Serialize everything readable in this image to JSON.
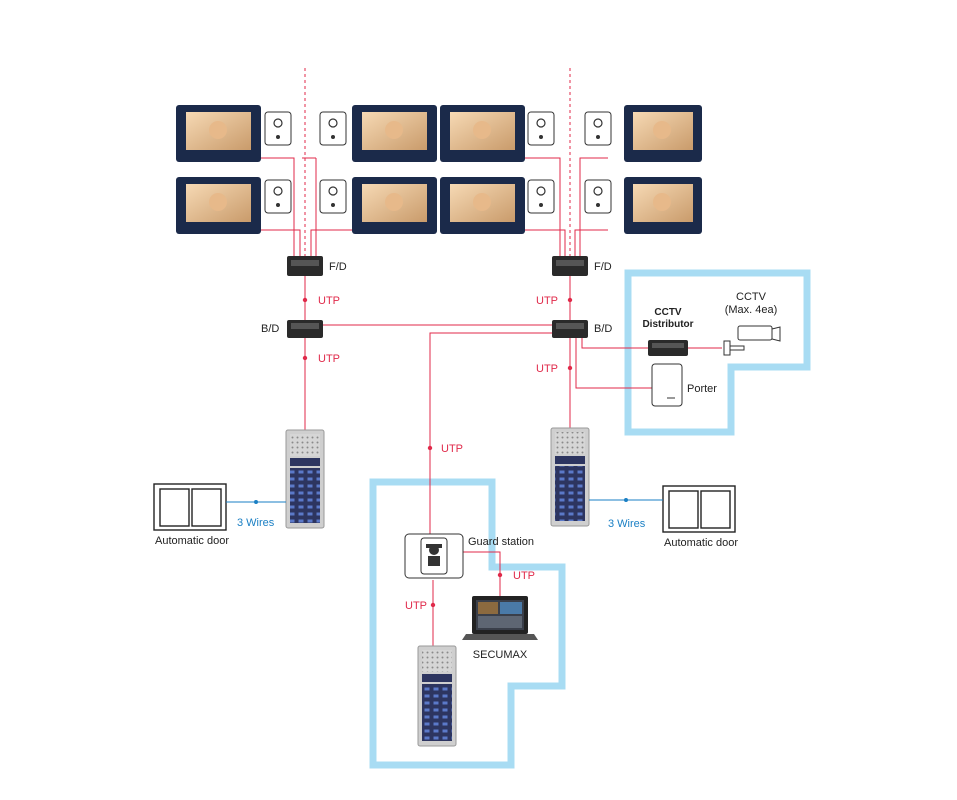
{
  "labels": {
    "fd_left": "F/D",
    "fd_right": "F/D",
    "bd_left": "B/D",
    "bd_right": "B/D",
    "utp_1": "UTP",
    "utp_2": "UTP",
    "utp_3": "UTP",
    "utp_4": "UTP",
    "utp_5": "UTP",
    "utp_6": "UTP",
    "utp_7": "UTP",
    "cctv_distributor_line1": "CCTV",
    "cctv_distributor_line2": "Distributor",
    "cctv_line1": "CCTV",
    "cctv_line2": "(Max. 4ea)",
    "porter": "Porter",
    "wires_left": "3 Wires",
    "wires_right": "3 Wires",
    "auto_door_left": "Automatic door",
    "auto_door_right": "Automatic door",
    "guard_station": "Guard station",
    "secumax": "SECUMAX"
  },
  "colors": {
    "utp_line": "#e02a4a",
    "zone_border": "#a8dcf3",
    "wire_blue": "#1a7fc4",
    "monitor_frame": "#1b2a4a"
  }
}
